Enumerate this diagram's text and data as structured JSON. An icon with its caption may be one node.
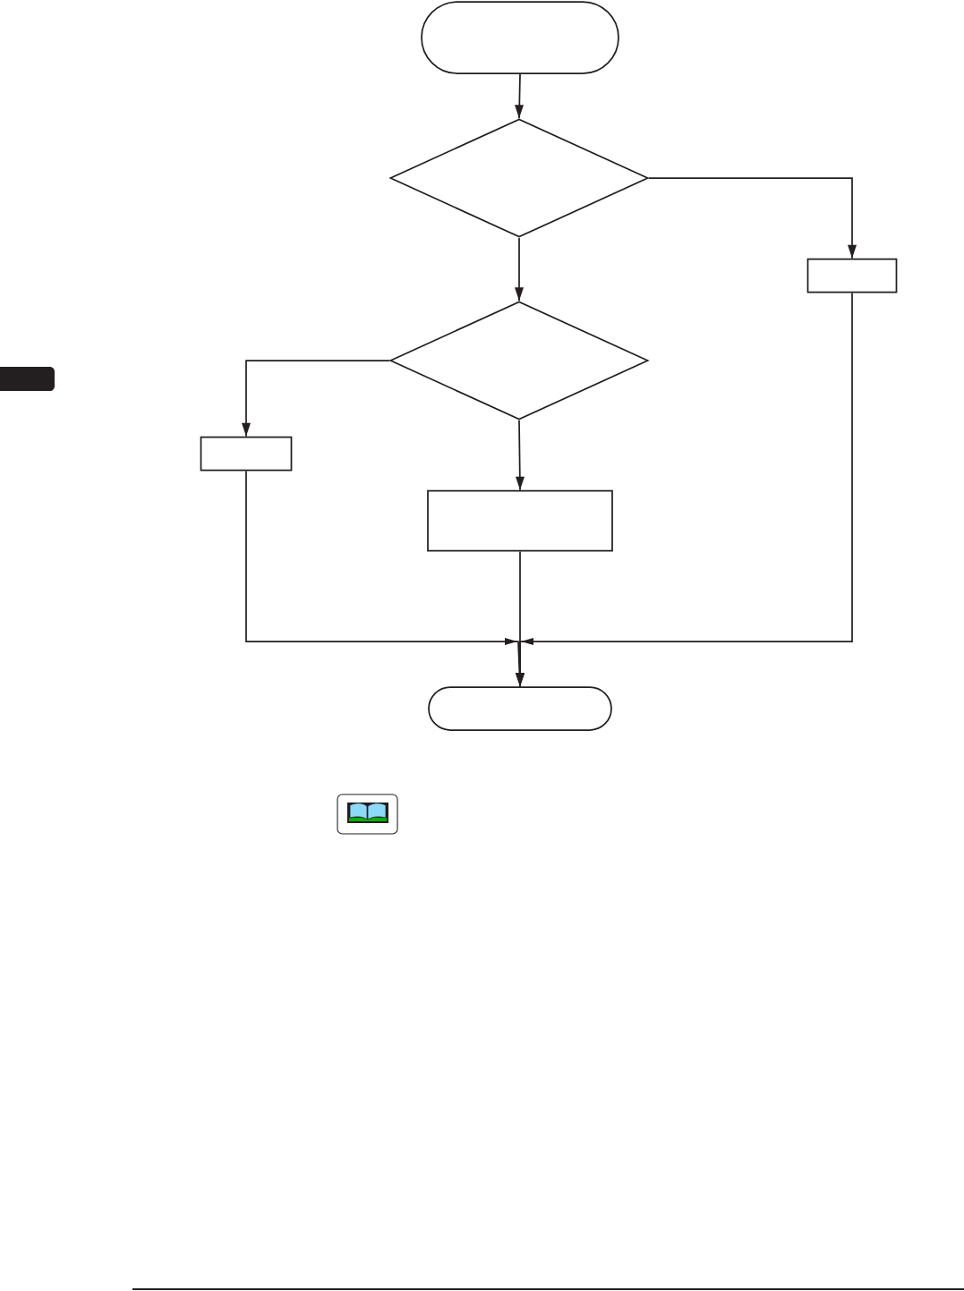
{
  "diagram": {
    "nodes": [
      {
        "text": [],
        "shape": "capsule"
      },
      {
        "text": [],
        "shape": "diamond"
      },
      {
        "text": [],
        "shape": "box"
      },
      {
        "text": [],
        "shape": "diamond"
      },
      {
        "text": [],
        "shape": "box"
      },
      {
        "text": [],
        "shape": "box"
      },
      {
        "text": [],
        "shape": "capsule"
      }
    ],
    "edges": [
      {
        "from": 0,
        "to": 1,
        "arrow": "to"
      },
      {
        "from": 1,
        "to": 2,
        "arrow": "to"
      },
      {
        "from": 1,
        "to": 3,
        "arrow": "to"
      },
      {
        "from": 3,
        "to": 4,
        "arrow": "to"
      },
      {
        "from": 3,
        "to": 5,
        "arrow": "to"
      },
      {
        "from": 4,
        "to": 6,
        "arrow": "to"
      },
      {
        "from": 5,
        "to": 6,
        "arrow": "to"
      },
      {
        "from": 2,
        "to": 6,
        "arrow": "to"
      }
    ]
  }
}
